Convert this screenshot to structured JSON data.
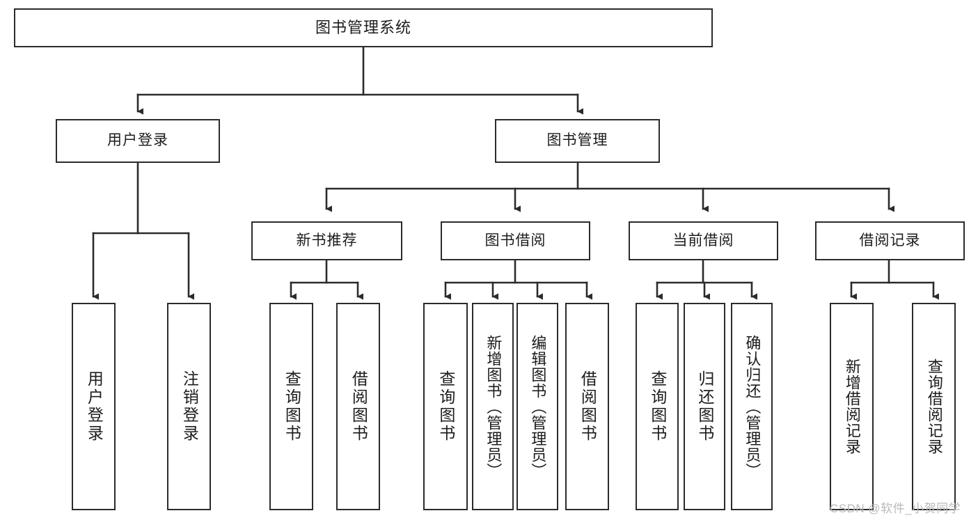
{
  "diagram": {
    "title": "图书管理系统",
    "type": "tree-hierarchy-diagram",
    "orientation": "top-down",
    "style": {
      "box_fill": "#ffffff",
      "box_border": "#2b2b2b",
      "text_color": "#1c1c1c",
      "connector_color": "#2b2b2b",
      "background": "#ffffff"
    },
    "nodes": {
      "root": {
        "label": "图书管理系统",
        "level": 1,
        "text_direction": "horizontal"
      },
      "user_login": {
        "label": "用户登录",
        "level": 2,
        "text_direction": "horizontal"
      },
      "book_manage": {
        "label": "图书管理",
        "level": 2,
        "text_direction": "horizontal"
      },
      "new_book_rec": {
        "label": "新书推荐",
        "level": 3,
        "text_direction": "horizontal"
      },
      "book_borrow": {
        "label": "图书借阅",
        "level": 3,
        "text_direction": "horizontal"
      },
      "current_borrow": {
        "label": "当前借阅",
        "level": 3,
        "text_direction": "horizontal"
      },
      "borrow_record": {
        "label": "借阅记录",
        "level": 3,
        "text_direction": "horizontal"
      },
      "leaf_user_login": {
        "label": "用户登录",
        "level": 4,
        "text_direction": "vertical"
      },
      "leaf_logout": {
        "label": "注销登录",
        "level": 4,
        "text_direction": "vertical"
      },
      "leaf_query_book_1": {
        "label": "查询图书",
        "level": 4,
        "text_direction": "vertical"
      },
      "leaf_borrow_book_1": {
        "label": "借阅图书",
        "level": 4,
        "text_direction": "vertical"
      },
      "leaf_query_book_2": {
        "label": "查询图书",
        "level": 4,
        "text_direction": "vertical"
      },
      "leaf_add_book": {
        "label": "新增图书（管理员）",
        "level": 4,
        "text_direction": "vertical"
      },
      "leaf_edit_book": {
        "label": "编辑图书（管理员）",
        "level": 4,
        "text_direction": "vertical"
      },
      "leaf_borrow_book_2": {
        "label": "借阅图书",
        "level": 4,
        "text_direction": "vertical"
      },
      "leaf_query_book_3": {
        "label": "查询图书",
        "level": 4,
        "text_direction": "vertical"
      },
      "leaf_return_book": {
        "label": "归还图书",
        "level": 4,
        "text_direction": "vertical"
      },
      "leaf_confirm_return": {
        "label": "确认归还（管理员）",
        "level": 4,
        "text_direction": "vertical"
      },
      "leaf_add_record": {
        "label": "新增借阅记录",
        "level": 4,
        "text_direction": "vertical"
      },
      "leaf_query_record": {
        "label": "查询借阅记录",
        "level": 4,
        "text_direction": "vertical"
      }
    },
    "edges": [
      {
        "from": "root",
        "to": "user_login"
      },
      {
        "from": "root",
        "to": "book_manage"
      },
      {
        "from": "user_login",
        "to": "leaf_user_login"
      },
      {
        "from": "user_login",
        "to": "leaf_logout"
      },
      {
        "from": "book_manage",
        "to": "new_book_rec"
      },
      {
        "from": "book_manage",
        "to": "book_borrow"
      },
      {
        "from": "book_manage",
        "to": "current_borrow"
      },
      {
        "from": "book_manage",
        "to": "borrow_record"
      },
      {
        "from": "new_book_rec",
        "to": "leaf_query_book_1"
      },
      {
        "from": "new_book_rec",
        "to": "leaf_borrow_book_1"
      },
      {
        "from": "book_borrow",
        "to": "leaf_query_book_2"
      },
      {
        "from": "book_borrow",
        "to": "leaf_add_book"
      },
      {
        "from": "book_borrow",
        "to": "leaf_edit_book"
      },
      {
        "from": "book_borrow",
        "to": "leaf_borrow_book_2"
      },
      {
        "from": "current_borrow",
        "to": "leaf_query_book_3"
      },
      {
        "from": "current_borrow",
        "to": "leaf_return_book"
      },
      {
        "from": "current_borrow",
        "to": "leaf_confirm_return"
      },
      {
        "from": "borrow_record",
        "to": "leaf_add_record"
      },
      {
        "from": "borrow_record",
        "to": "leaf_query_record"
      }
    ]
  },
  "watermark": {
    "text": "CSDN @软件_小贺同学"
  }
}
